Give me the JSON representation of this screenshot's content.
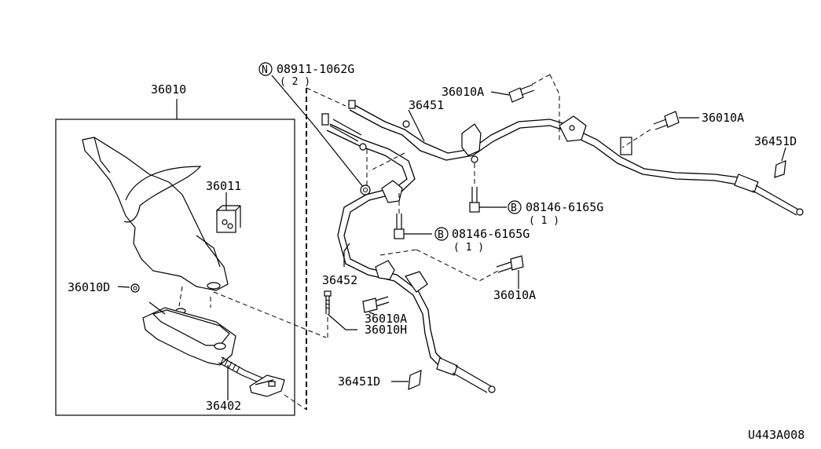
{
  "diagram_id": "U443A008",
  "callouts": {
    "c36010": "36010",
    "c36011": "36011",
    "c36010D": "36010D",
    "c36402": "36402",
    "c36451": "36451",
    "c36452": "36452",
    "c36010A_top": "36010A",
    "c36010A_right": "36010A",
    "c36010A_mid": "36010A",
    "c36010A_low": "36010A",
    "c36010H": "36010H",
    "c36451D_right": "36451D",
    "c36451D_low": "36451D"
  },
  "fasteners": {
    "nut_n": {
      "symbol": "N",
      "part": "08911-1062G",
      "qty": "( 2 )"
    },
    "bolt_b_upper": {
      "symbol": "B",
      "part": "08146-6165G",
      "qty": "( 1 )"
    },
    "bolt_b_lower": {
      "symbol": "B",
      "part": "08146-6165G",
      "qty": "( 1 )"
    }
  }
}
